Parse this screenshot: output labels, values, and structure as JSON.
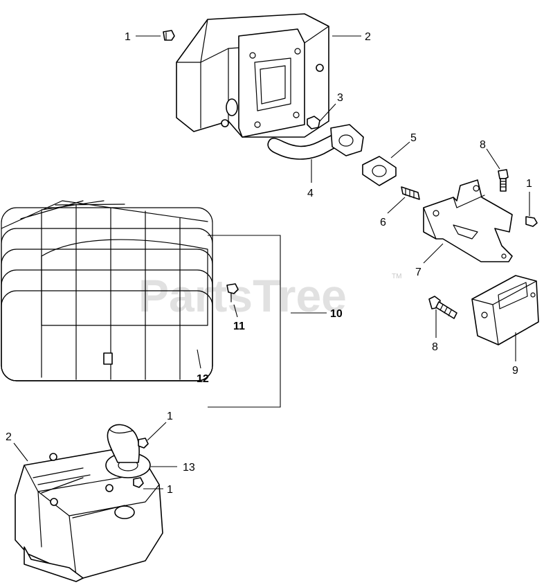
{
  "watermark": {
    "text": "PartsTree",
    "trademark": "TM"
  },
  "callouts": {
    "c1a": "1",
    "c2a": "2",
    "c3": "3",
    "c4": "4",
    "c5": "5",
    "c6": "6",
    "c7": "7",
    "c8a": "8",
    "c1b": "1",
    "c8b": "8",
    "c9": "9",
    "c10": "10",
    "c11": "11",
    "c12": "12",
    "c1c": "1",
    "c2b": "2",
    "c13": "13",
    "c1d": "1"
  }
}
